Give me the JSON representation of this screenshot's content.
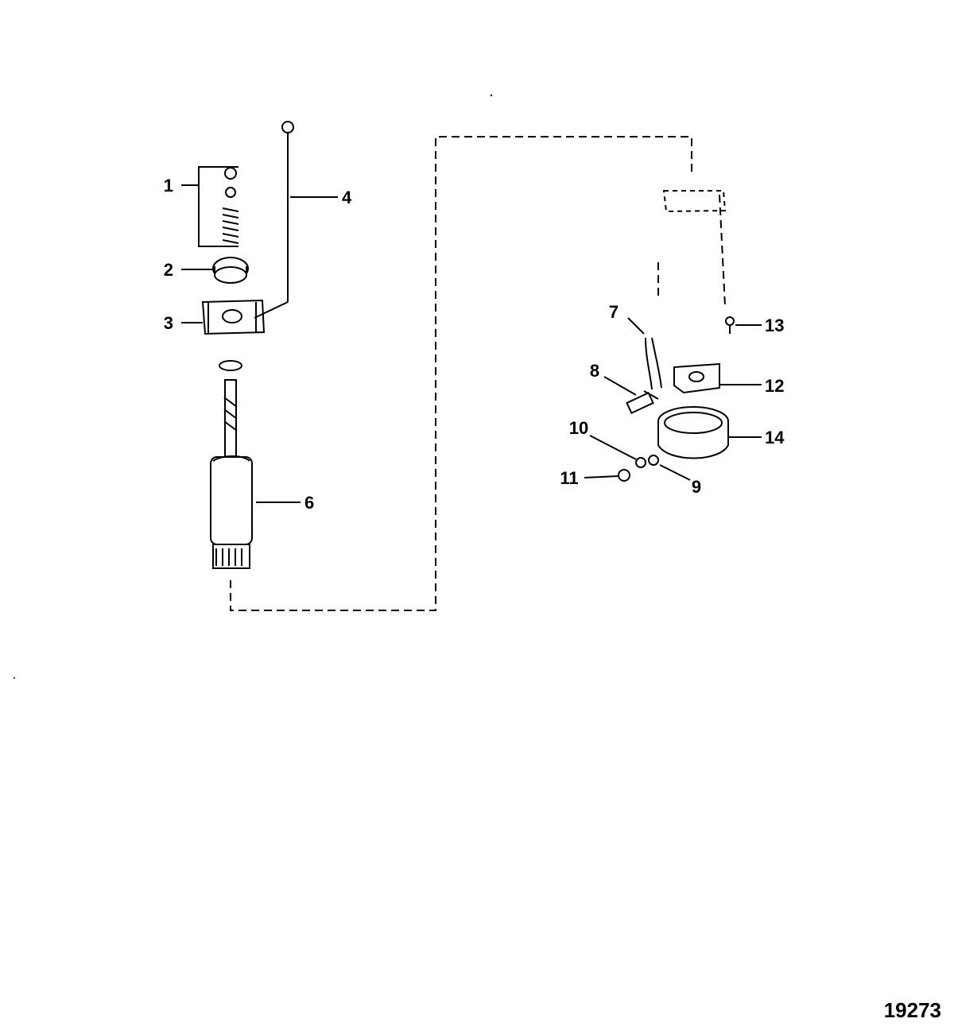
{
  "figure_id": "19273",
  "callouts": [
    "1",
    "2",
    "3",
    "4",
    "6",
    "7",
    "8",
    "9",
    "10",
    "11",
    "12",
    "13",
    "14"
  ]
}
